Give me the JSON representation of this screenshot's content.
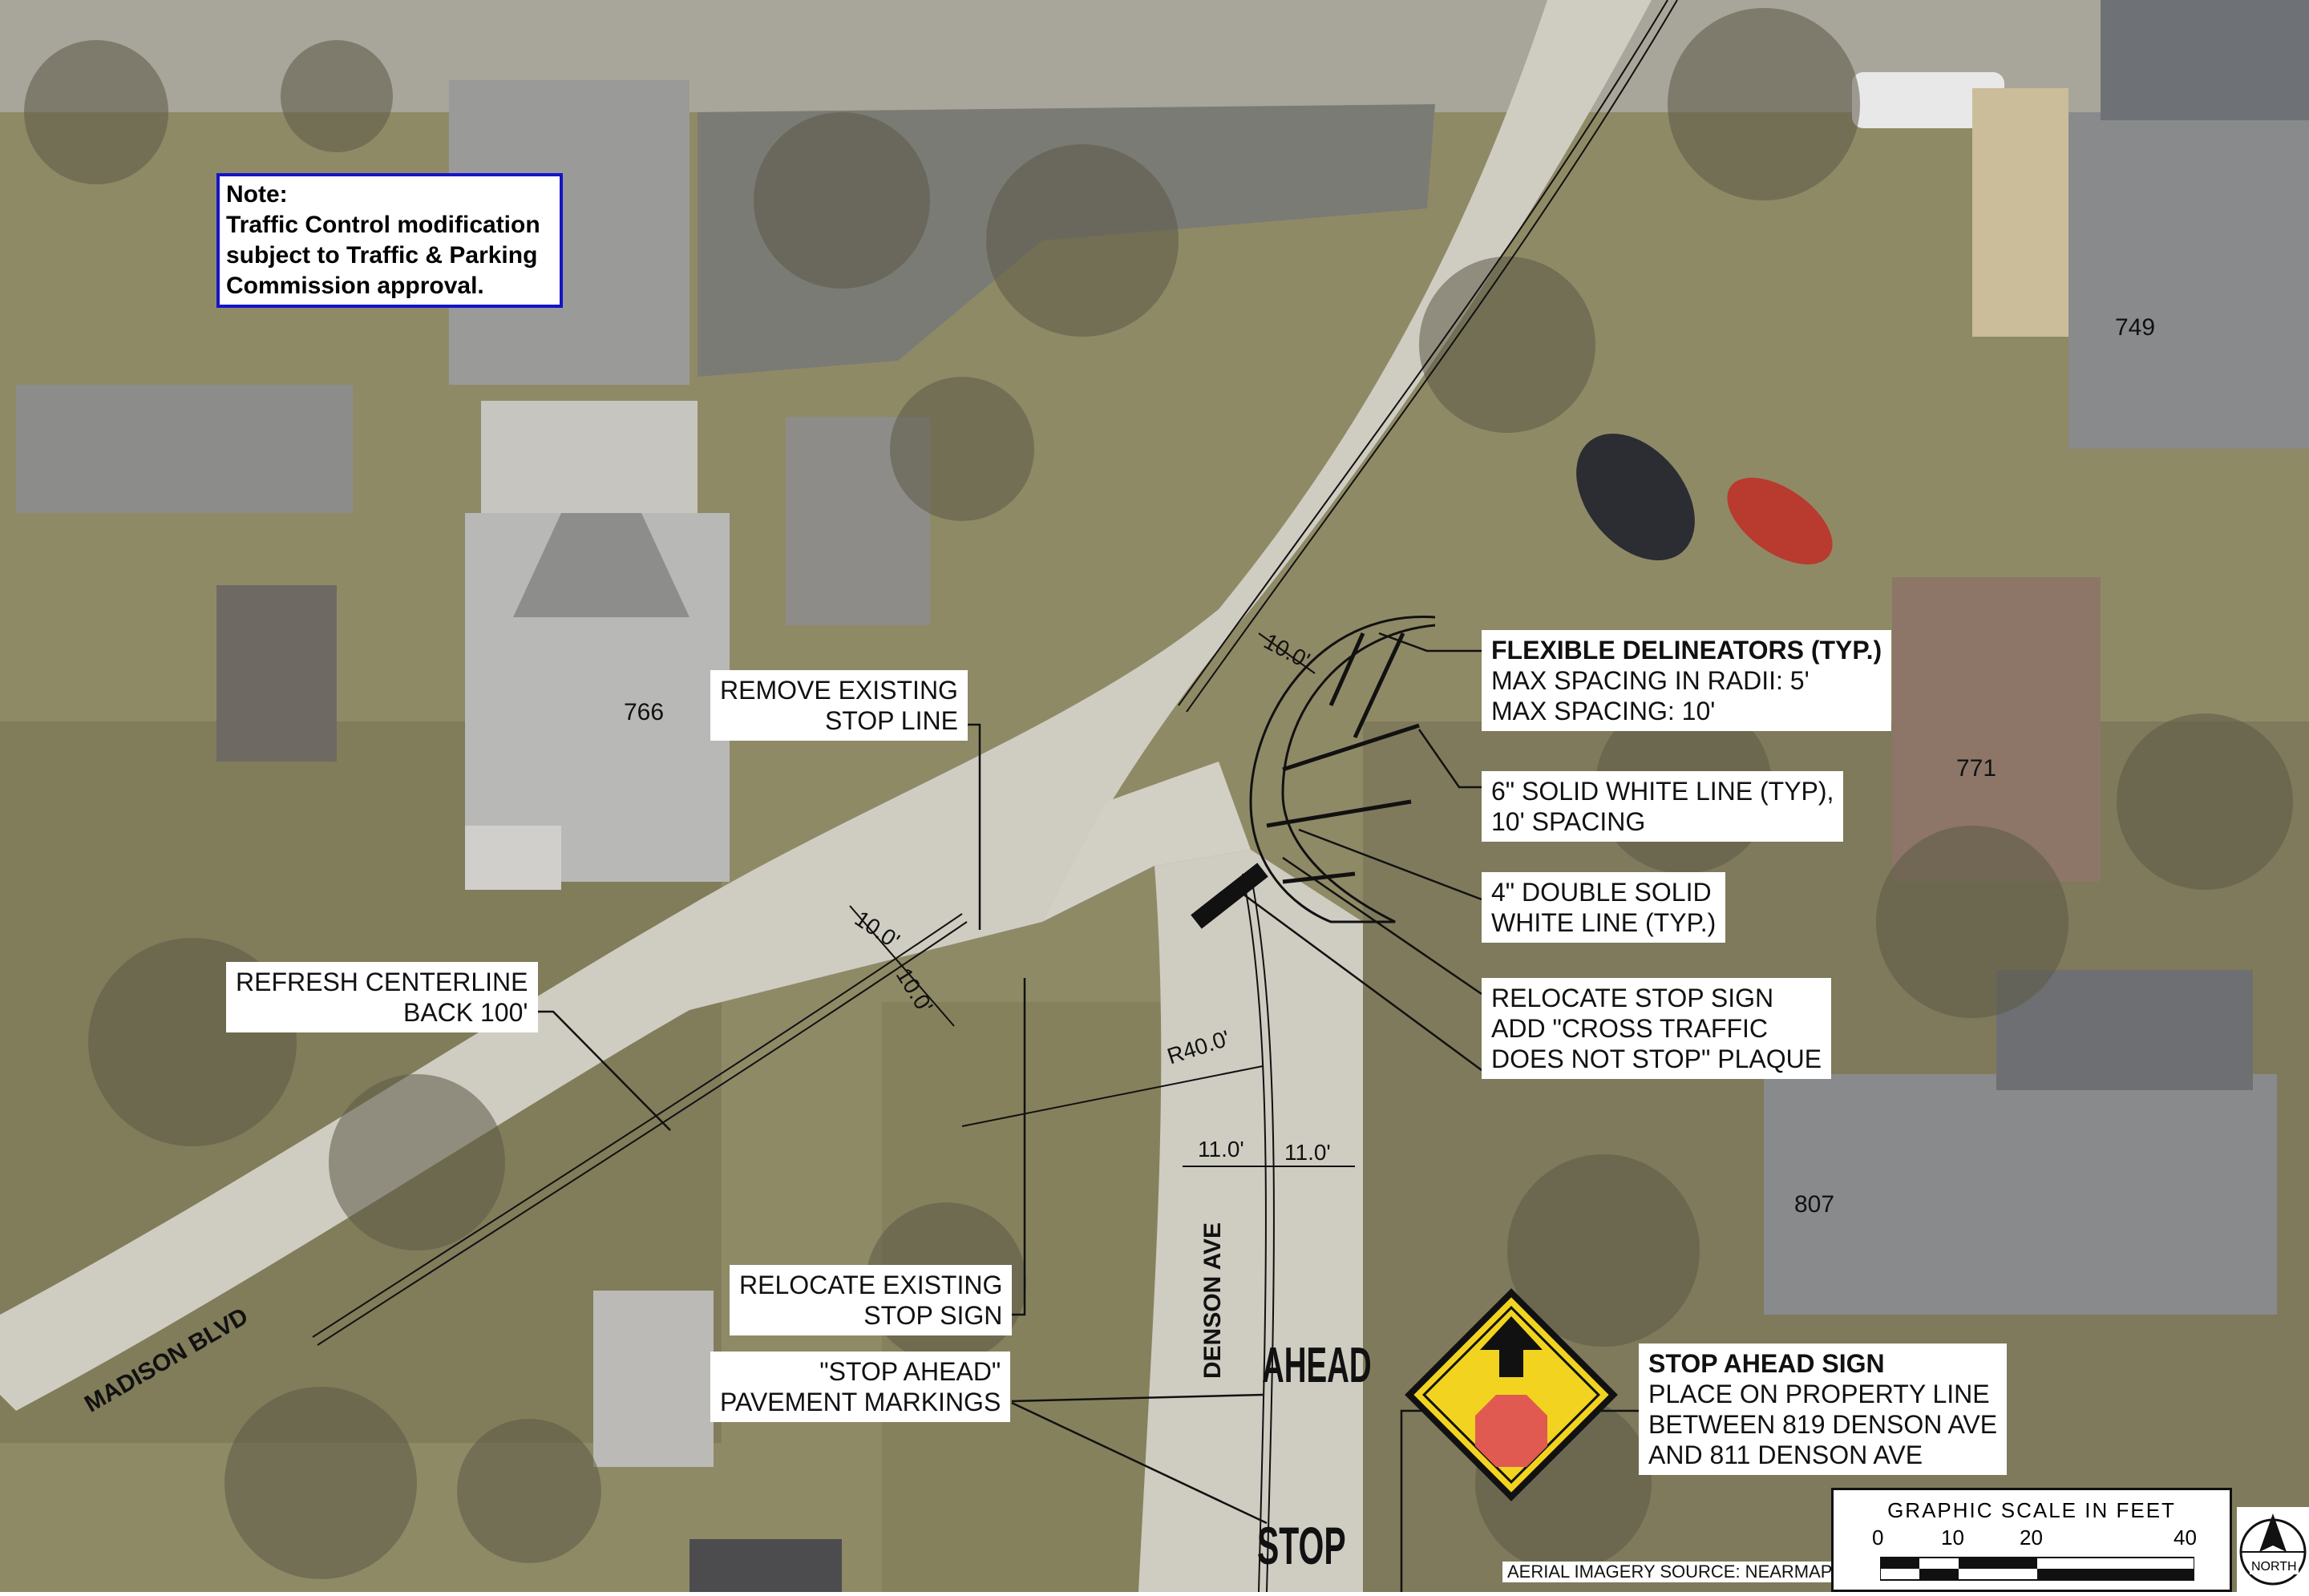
{
  "note": {
    "heading": "Note:",
    "lines": [
      "Traffic Control modification",
      "subject to Traffic & Parking",
      "Commission approval."
    ]
  },
  "addresses": {
    "a749": "749",
    "a766": "766",
    "a771": "771",
    "a807": "807"
  },
  "roads": {
    "madison": "MADISON BLVD",
    "denson": "DENSON AVE"
  },
  "callouts": {
    "remove_stop_line": [
      "REMOVE EXISTING",
      "STOP LINE"
    ],
    "refresh_centerline": [
      "REFRESH CENTERLINE",
      "BACK 100'"
    ],
    "relocate_existing_stop_sign": [
      "RELOCATE EXISTING",
      "STOP SIGN"
    ],
    "stop_ahead_markings": [
      "\"STOP AHEAD\"",
      "PAVEMENT MARKINGS"
    ],
    "flexible_delineators": {
      "title": "FLEXIBLE DELINEATORS (TYP.)",
      "lines": [
        "MAX SPACING IN RADII: 5'",
        "MAX SPACING: 10'"
      ]
    },
    "solid_white_line": [
      "6\" SOLID WHITE LINE (TYP),",
      "10' SPACING"
    ],
    "double_solid_white": [
      "4\" DOUBLE SOLID",
      "WHITE LINE (TYP.)"
    ],
    "relocate_stop_sign": [
      "RELOCATE STOP SIGN",
      "ADD \"CROSS TRAFFIC",
      "DOES NOT STOP\" PLAQUE"
    ],
    "stop_ahead_sign": {
      "title": "STOP AHEAD SIGN",
      "lines": [
        "PLACE ON PROPERTY LINE",
        "BETWEEN 819 DENSON AVE",
        "AND 811 DENSON AVE"
      ]
    }
  },
  "dimensions": {
    "d1": "10.0'",
    "d2": "10.0'",
    "d3": "10.0'",
    "radius": "R40.0'",
    "lane_left": "11.0'",
    "lane_right": "11.0'"
  },
  "pavement": {
    "ahead": "AHEAD",
    "stop": "STOP"
  },
  "source": "AERIAL IMAGERY SOURCE: NEARMAP",
  "scale": {
    "title": "GRAPHIC SCALE IN FEET",
    "ticks": [
      "0",
      "10",
      "20",
      "40"
    ]
  },
  "north": "NORTH",
  "colors": {
    "note_border": "#1414c8",
    "sign_yellow": "#f2d31f",
    "sign_red": "#e05a52",
    "grass": "#8f8a63",
    "road": "#cfcdc5"
  }
}
